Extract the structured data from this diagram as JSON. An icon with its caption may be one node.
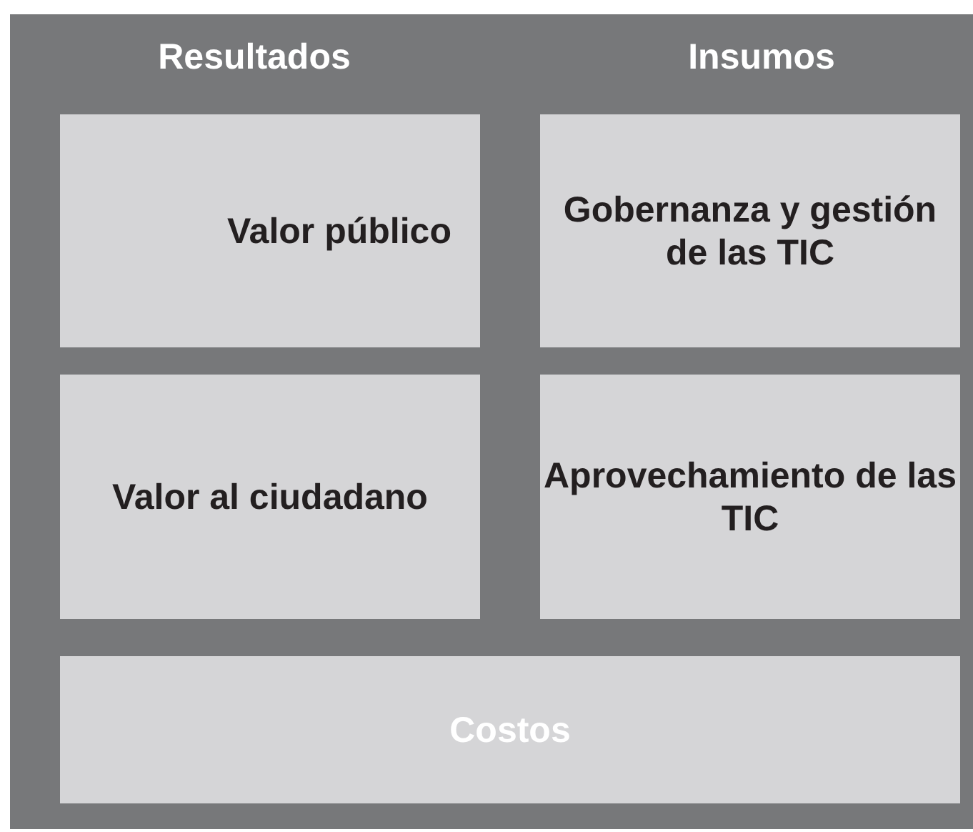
{
  "diagram": {
    "nodes": [
      {
        "text": [
          "Valor público"
        ]
      },
      {
        "text": [
          "Gobernanza y gestión de las TIC"
        ]
      },
      {
        "text": [
          "Valor al ciudadano"
        ]
      },
      {
        "text": [
          "Aprovechamiento de las TIC"
        ]
      },
      {
        "text": [
          "Costos"
        ]
      }
    ],
    "labels": [
      "Resultados",
      "Insumos"
    ]
  }
}
